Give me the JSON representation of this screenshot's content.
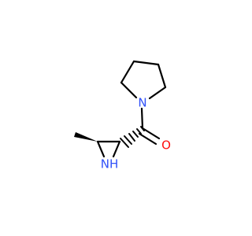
{
  "molecule": {
    "atoms": {
      "ring_nitrogen": "N",
      "carbonyl_oxygen": "O",
      "aziridine_nh": "NH"
    },
    "colors": {
      "nitrogen": "#3050f8",
      "oxygen": "#ff0d0d",
      "bond": "#000000",
      "background": "#ffffff"
    },
    "stereo": {
      "methyl_bond": "wedge",
      "carbonyl_bond": "hash"
    }
  }
}
